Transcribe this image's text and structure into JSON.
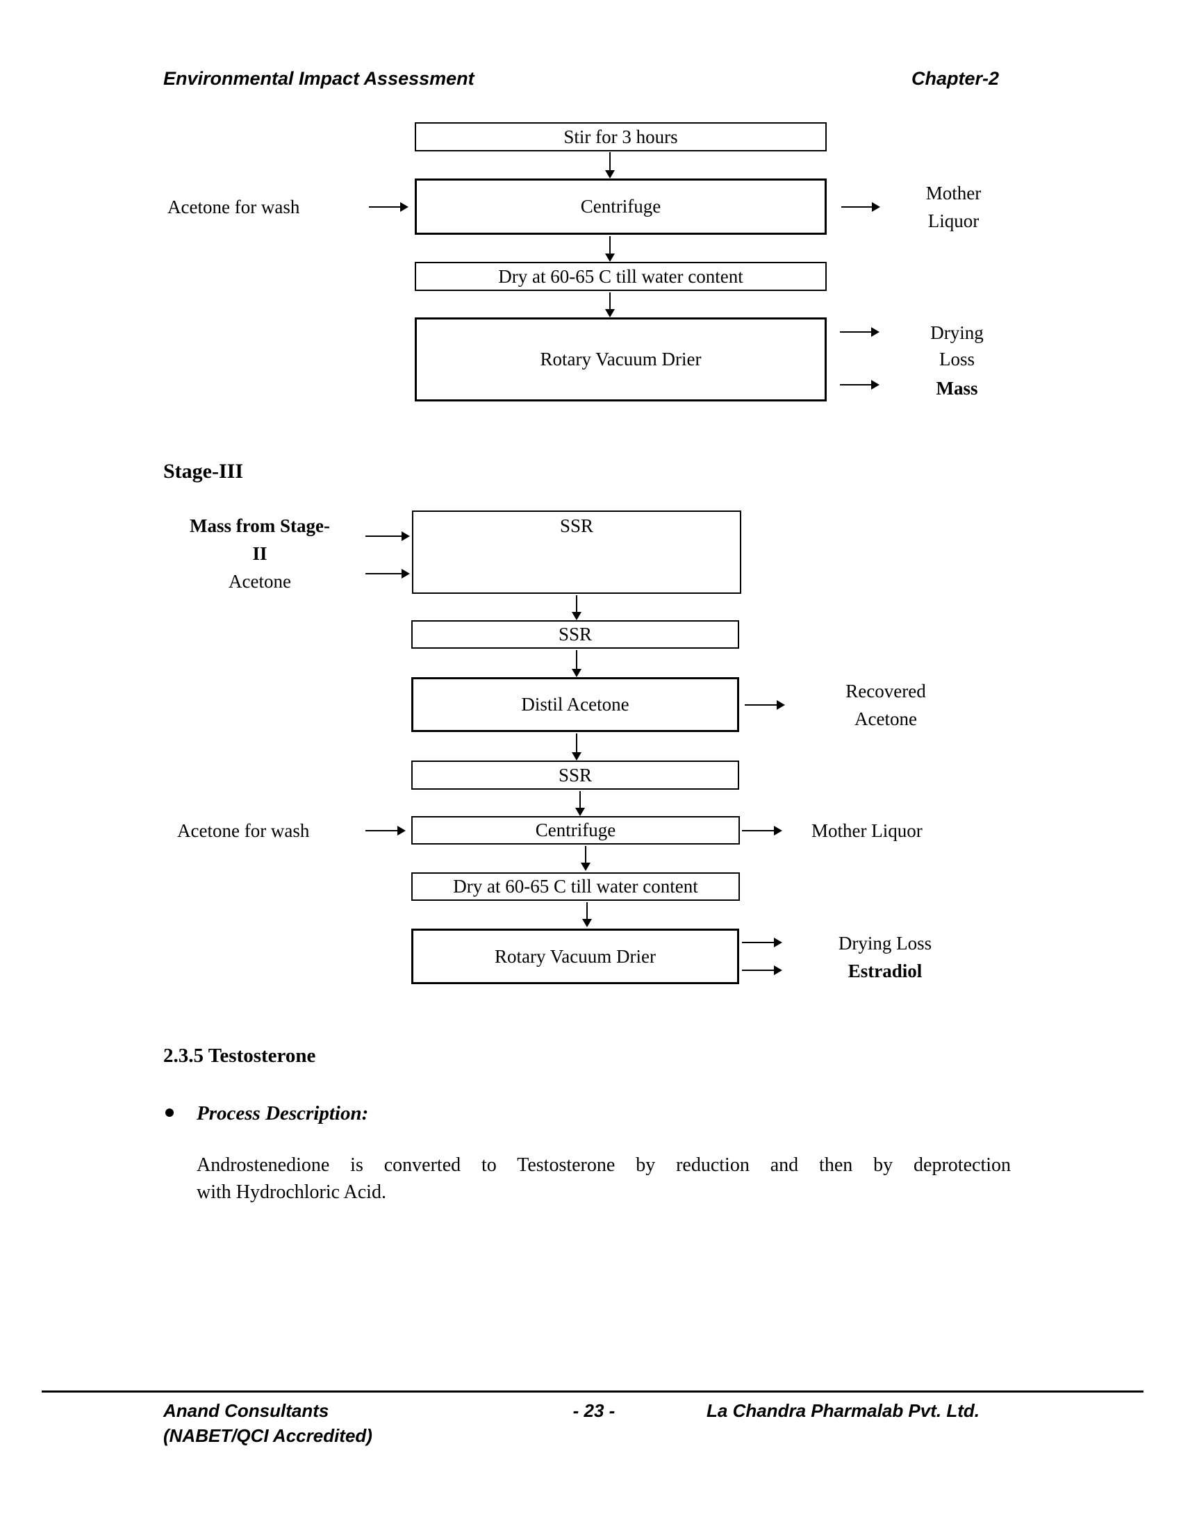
{
  "colors": {
    "text": "#000000",
    "background": "#ffffff",
    "border": "#000000"
  },
  "header": {
    "left": "Environmental Impact Assessment",
    "right": "Chapter-2"
  },
  "flowchart1": {
    "boxes": {
      "stir": "Stir for 3 hours",
      "centrifuge": "Centrifuge",
      "dry": "Dry at 60-65 C till water content",
      "rotary": "Rotary Vacuum Drier"
    },
    "labels": {
      "acetone_wash": "Acetone for wash",
      "mother": [
        "Mother",
        "Liquor"
      ],
      "drying_loss": [
        "Drying",
        "Loss"
      ],
      "mass": "Mass"
    }
  },
  "stage3": {
    "heading": "Stage-III"
  },
  "flowchart2": {
    "boxes": {
      "ssr1": "SSR",
      "ssr2": "SSR",
      "distil": "Distil Acetone",
      "ssr3": "SSR",
      "centrifuge": "Centrifuge",
      "dry": "Dry at 60-65 C till water content",
      "rotary": "Rotary Vacuum Drier"
    },
    "labels": {
      "input_lines": [
        "Mass from Stage-",
        "II",
        "Acetone"
      ],
      "recovered": [
        "Recovered",
        "Acetone"
      ],
      "acetone_wash": "Acetone for wash",
      "mother": "Mother Liquor",
      "drying_loss": "Drying Loss",
      "estradiol": "Estradiol"
    }
  },
  "section": {
    "heading": "2.3.5 Testosterone",
    "bullet_label": "Process Description:",
    "paragraph_lines": [
      "Androstenedione is converted to Testosterone by reduction and then by deprotection",
      "with Hydrochloric Acid."
    ]
  },
  "footer": {
    "company_line1": "Anand Consultants",
    "company_line2": "(NABET/QCI Accredited)",
    "page_number": "- 23 -",
    "right": "La Chandra Pharmalab Pvt. Ltd."
  }
}
